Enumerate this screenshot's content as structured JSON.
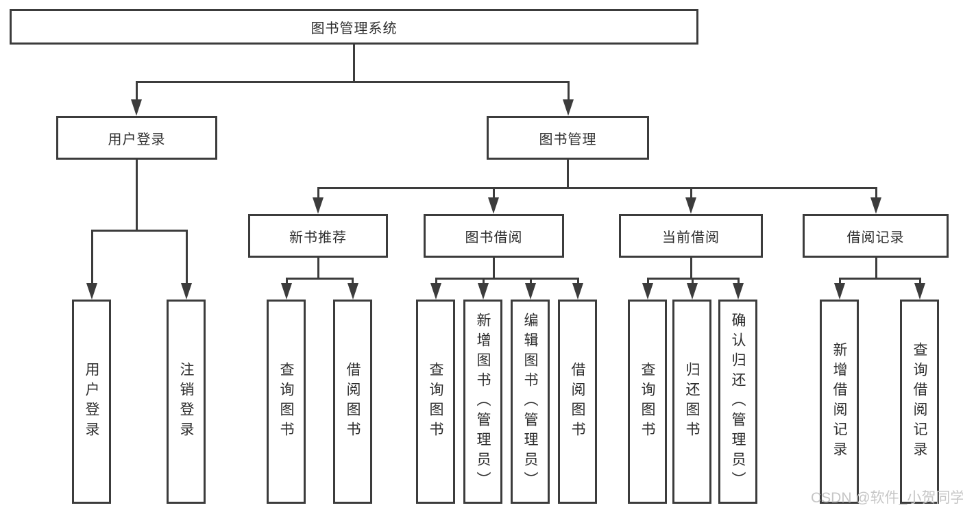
{
  "tree": {
    "root": {
      "label": "图书管理系统"
    },
    "branch_user": {
      "label": "用户登录",
      "children": [
        {
          "label": "用户登录"
        },
        {
          "label": "注销登录"
        }
      ]
    },
    "branch_books": {
      "label": "图书管理",
      "groups": [
        {
          "label": "新书推荐",
          "children": [
            {
              "label": "查询图书"
            },
            {
              "label": "借阅图书"
            }
          ]
        },
        {
          "label": "图书借阅",
          "children": [
            {
              "label": "查询图书"
            },
            {
              "label": "新增图书（管理员）"
            },
            {
              "label": "编辑图书（管理员）"
            },
            {
              "label": "借阅图书"
            }
          ]
        },
        {
          "label": "当前借阅",
          "children": [
            {
              "label": "查询图书"
            },
            {
              "label": "归还图书"
            },
            {
              "label": "确认归还（管理员）"
            }
          ]
        },
        {
          "label": "借阅记录",
          "children": [
            {
              "label": "新增借阅记录"
            },
            {
              "label": "查询借阅记录"
            }
          ]
        }
      ]
    }
  },
  "watermark": {
    "text": "CSDN @软件_小贺同学"
  },
  "colors": {
    "line": "#3c3c3c",
    "text": "#2e2e2e",
    "watermark": "#c6c6c6",
    "background": "#ffffff"
  }
}
